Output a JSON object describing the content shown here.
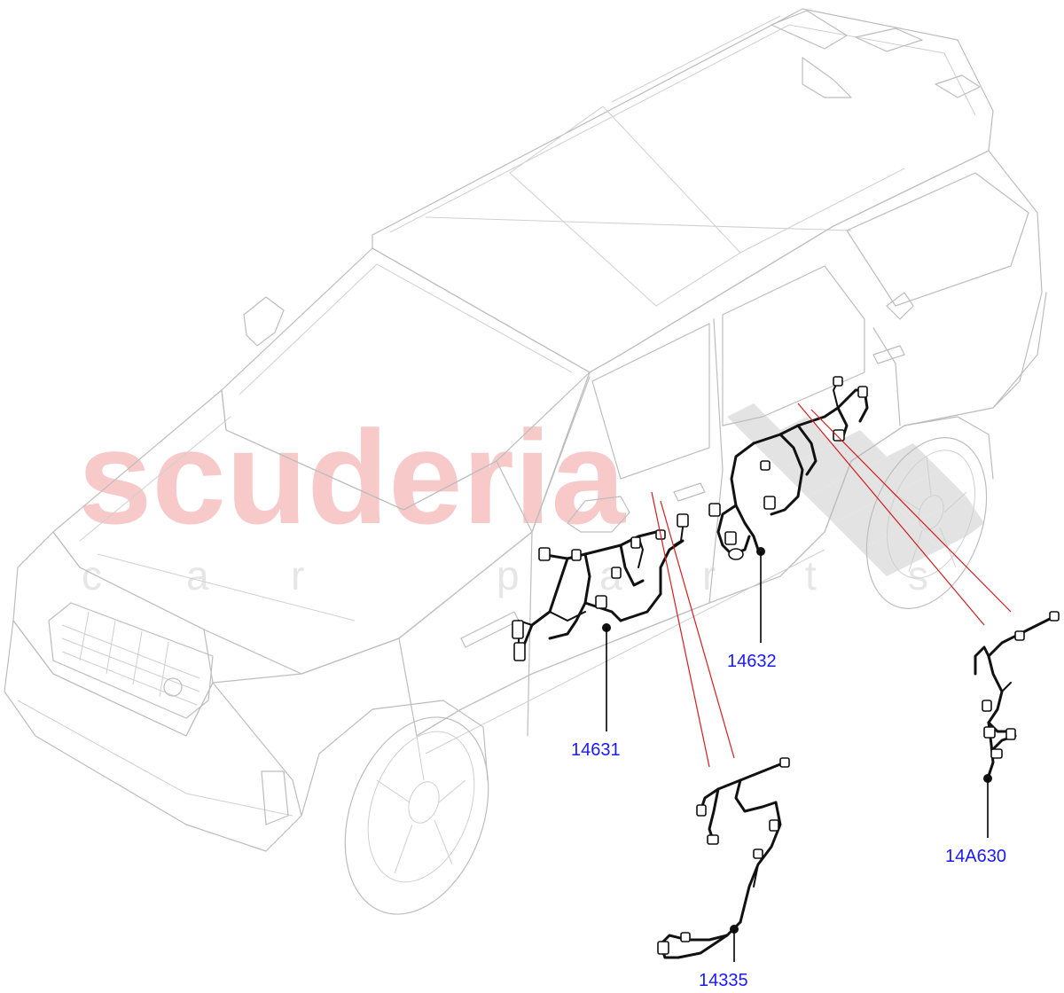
{
  "watermark": {
    "brand": "scuderia",
    "tagline": [
      "c",
      "a",
      "r",
      "p",
      "a",
      "r",
      "t",
      "s"
    ]
  },
  "callouts": [
    {
      "id": "14631"
    },
    {
      "id": "14632"
    },
    {
      "id": "14A630"
    },
    {
      "id": "14335"
    }
  ],
  "colors": {
    "callout_text": "#1a1aff",
    "leader_red": "#d11e1e",
    "watermark_red": "#f7c9c9",
    "car_outline": "#bdbdbd"
  }
}
